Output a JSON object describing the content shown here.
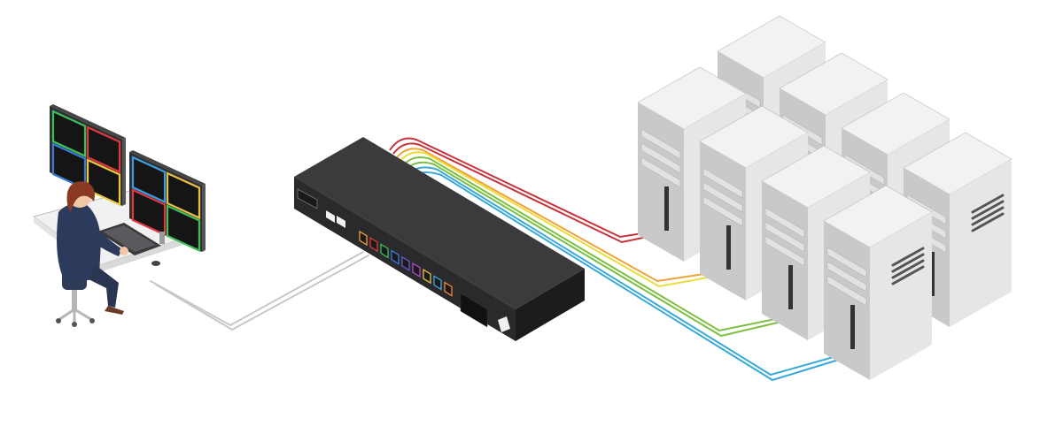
{
  "colors": {
    "background": "#ffffff",
    "switch_body_top": "#3a3a3c",
    "switch_body_front": "#2b2b2d",
    "switch_body_side": "#1f1f21",
    "server_front": "#e6e6e6",
    "server_side": "#c9c9c9",
    "server_top": "#f2f2f2",
    "cable_console": "#c8c8c8",
    "cable_1": "#c8323a",
    "cable_2": "#f0a23a",
    "cable_3": "#e8dd3a",
    "cable_4": "#7cc043",
    "cable_5": "#3aa8d8"
  },
  "operator_station": {
    "monitors": [
      {
        "quadrant_colors": [
          "#3fbf5a",
          "#e0383e",
          "#3a7bd5",
          "#f0c93a"
        ]
      },
      {
        "quadrant_colors": [
          "#3a9fe0",
          "#e8c040",
          "#e0383e",
          "#3fbf5a"
        ]
      }
    ],
    "icons": [
      "person-icon",
      "office-chair-icon",
      "keyboard-icon",
      "mouse-icon",
      "desk-icon"
    ]
  },
  "kvm_switch": {
    "port_colors": [
      "#f0a23a",
      "#e0383e",
      "#3fbf5a",
      "#3a7bd5",
      "#6a5acd",
      "#b04ac8",
      "#e8c040",
      "#3aa8d8",
      "#f08a3a"
    ],
    "icons": [
      "kvm-switch-icon",
      "logo-icon",
      "display-icon",
      "usb-port-icon"
    ]
  },
  "servers": {
    "count": 8,
    "icons": [
      "server-tower-icon"
    ]
  },
  "cables": {
    "console_link": "console-cable",
    "server_links": [
      "server-cable-1",
      "server-cable-2",
      "server-cable-3",
      "server-cable-4"
    ]
  }
}
